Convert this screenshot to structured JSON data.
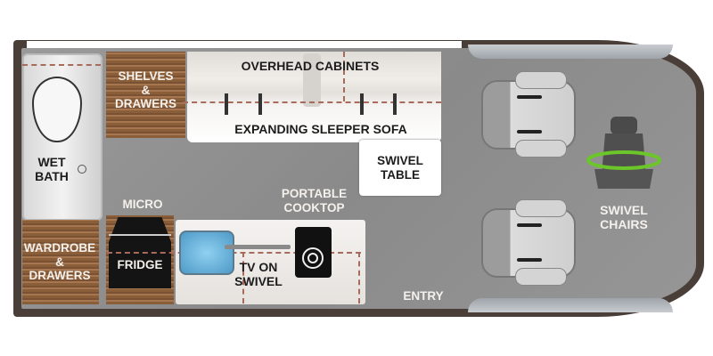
{
  "labels": {
    "overhead_cabinets": "OVERHEAD CABINETS",
    "shelves_drawers": [
      "SHELVES",
      "&",
      "DRAWERS"
    ],
    "expanding_sleeper_sofa": "EXPANDING SLEEPER SOFA",
    "swivel_table": [
      "SWIVEL",
      "TABLE"
    ],
    "wet_bath": [
      "WET",
      "BATH"
    ],
    "micro": "MICRO",
    "portable_cooktop": [
      "PORTABLE",
      "COOKTOP"
    ],
    "wardrobe_drawers": [
      "WARDROBE",
      "&",
      "DRAWERS"
    ],
    "fridge": "FRIDGE",
    "tv_on_swivel": [
      "TV ON",
      "SWIVEL"
    ],
    "entry": "ENTRY",
    "swivel_chairs": [
      "SWIVEL",
      "CHAIRS"
    ]
  },
  "colors": {
    "wall": "#4a3f38",
    "floor": "#8f8f8f",
    "wood": "#8b5e3a",
    "sink": "#5aa9d6",
    "swivel_accent": "#6cc62a"
  }
}
